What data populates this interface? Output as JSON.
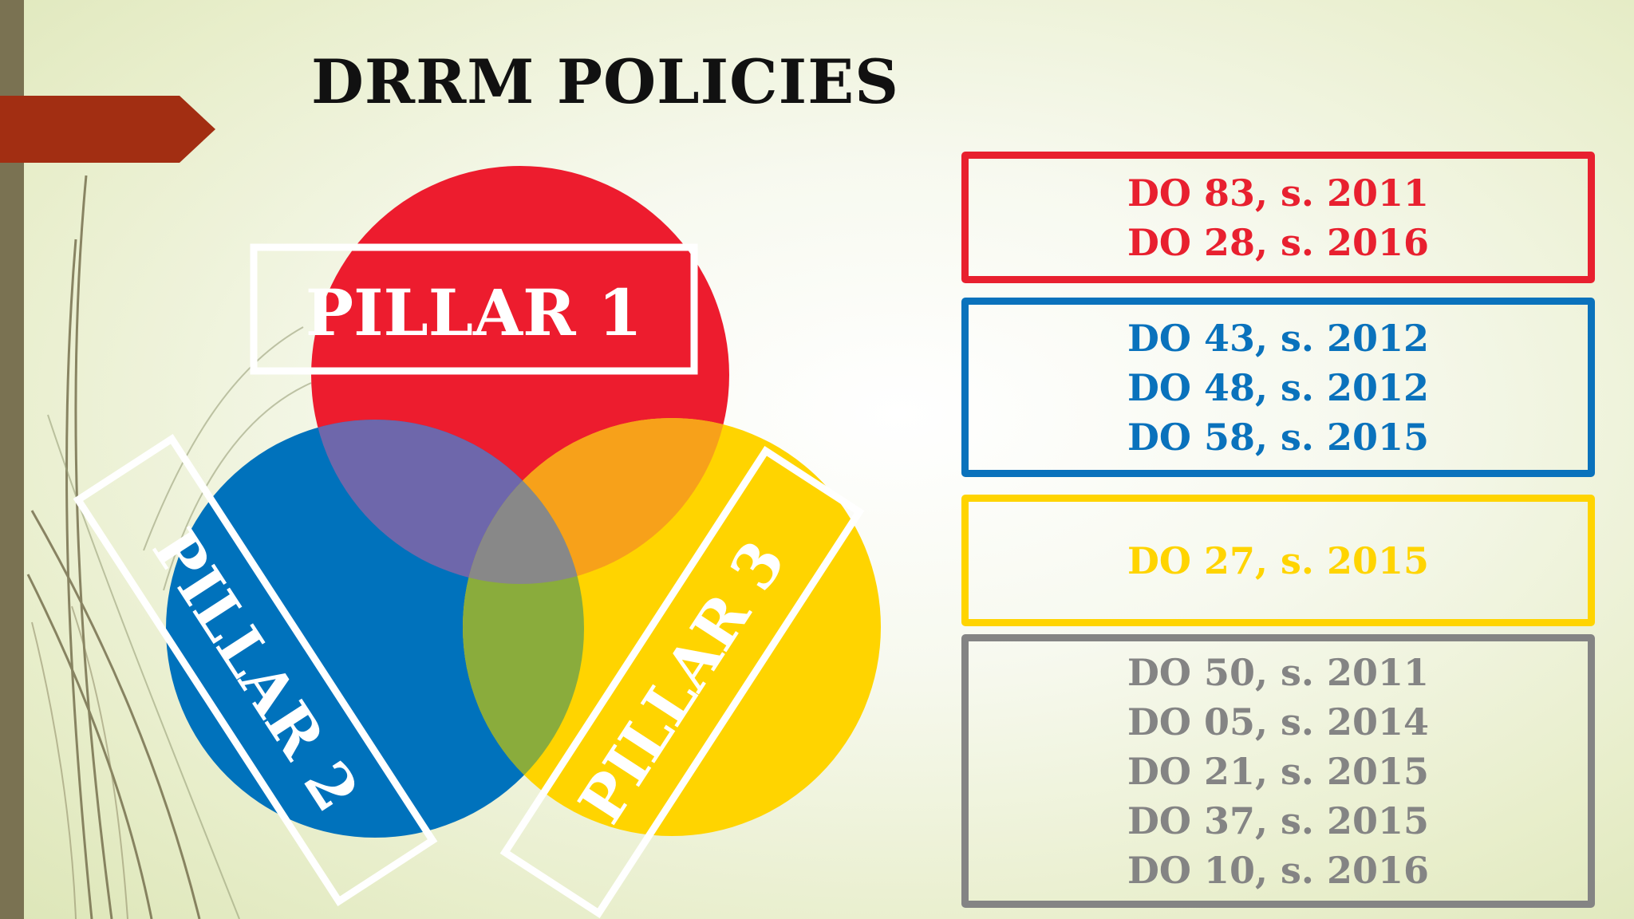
{
  "title": "DRRM POLICIES",
  "pillars": [
    {
      "label": "PILLAR 1",
      "color": "#ed1c2e"
    },
    {
      "label": "PILLAR 2",
      "color": "#0072bc"
    },
    {
      "label": "PILLAR 3",
      "color": "#ffd400"
    }
  ],
  "overlap_colors": {
    "pillar1_pillar2": "#6e67ab",
    "pillar1_pillar3": "#f7a11a",
    "pillar2_pillar3": "#8aac3c",
    "center": "#888888"
  },
  "policy_groups": [
    {
      "color": "#e8202f",
      "items": [
        "DO 83, s. 2011",
        "DO 28, s. 2016"
      ]
    },
    {
      "color": "#0a72bc",
      "items": [
        "DO 43, s. 2012",
        "DO 48, s. 2012",
        "DO 58, s. 2015"
      ]
    },
    {
      "color": "#ffd400",
      "items": [
        "DO 27, s. 2015"
      ]
    },
    {
      "color": "#848484",
      "items": [
        "DO 50, s. 2011",
        "DO 05, s. 2014",
        "DO 21, s. 2015",
        "DO 37, s. 2015",
        "DO 10, s. 2016"
      ]
    }
  ]
}
